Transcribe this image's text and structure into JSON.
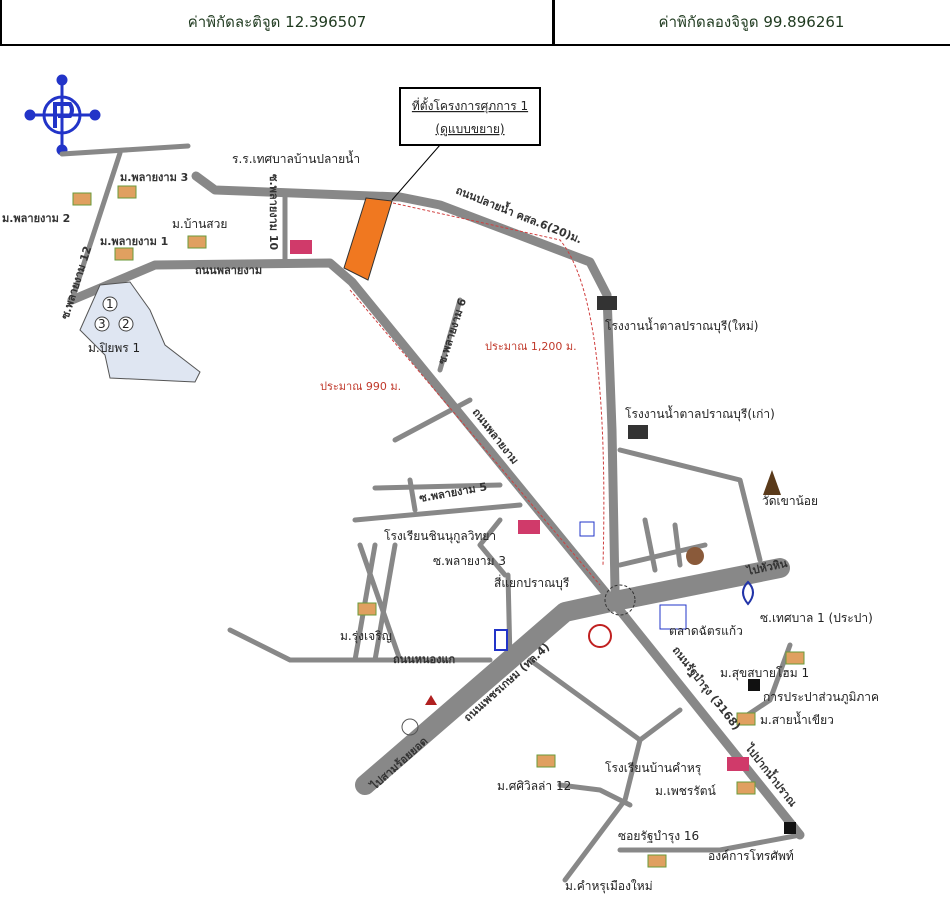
{
  "header": {
    "latitude": "ค่าพิกัดละติจูด 12.396507",
    "longitude": "ค่าพิกัดลองจิจูด 99.896261"
  },
  "project": {
    "title": "ที่ตั้งโครงการศุภการ 1",
    "subtitle": "(ดูแบบขยาย)",
    "color": "#f07820"
  },
  "distances": {
    "north_route": "ประมาณ 1,200 ม.",
    "west_route": "ประมาณ 990 ม."
  },
  "roads": {
    "plai_nam": "ถนนปลายน้ำ คสล.6(20)ม.",
    "plai_ngam": "ถนนพลายงาม",
    "plai_ngam_diag": "ถนนพลายงาม",
    "soi_12": "ซ.พลายงาม 12",
    "soi_10": "ซ.พลายงาม 10",
    "soi_6": "ซ.พลายงาม 6",
    "soi_5": "ซ.พลายงาม 5",
    "soi_3": "ซ.พลายงาม 3",
    "nong_kae": "ถนนหนองแก",
    "phetkasem": "ถนนเพชรเกษม (ทล.4)",
    "rat_bamrung": "ถนนรัฐบำรุง (3168)",
    "to_hua_hin": "ไปหัวหิน",
    "to_sam_roi_yot": "ไปสามร้อยยอด",
    "to_pak_nam_pran": "ไปปากน้ำปราณ",
    "soi_tesaban_1": "ซ.เทศบาล 1 (ประปา)",
    "soi_rat_bamrung_16": "ซอยรัฐบำรุง 16",
    "intersection": "สี่แยกปราณบุรี"
  },
  "places": {
    "school_ban_plai_nam": "ร.ร.เทศบาลบ้านปลายน้ำ",
    "m_plai_ngam_3": "ม.พลายงาม 3",
    "m_plai_ngam_2": "ม.พลายงาม 2",
    "m_plai_ngam_1": "ม.พลายงาม 1",
    "m_ban_suay": "ม.บ้านสวย",
    "m_piyaporn_1": "ม.ปิยพร 1",
    "piyaporn_phases": [
      "1",
      "2",
      "3"
    ],
    "sugar_new": "โรงงานน้ำตาลปราณบุรี(ใหม่)",
    "sugar_old": "โรงงานน้ำตาลปราณบุรี(เก่า)",
    "wat_khao_noi": "วัดเขาน้อย",
    "school_chinnukul": "โรงเรียนชินนุกูลวิทยา",
    "m_rung_charoen": "ม.รุ่งเจริญ",
    "market_chatkaew": "ตลาดฉัตรแก้ว",
    "m_suksabai_home": "ม.สุขสบายโฮม 1",
    "water_authority": "การประปาส่วนภูมิภาค",
    "m_sai_nam_khiao": "ม.สายน้ำเขียว",
    "school_khamru": "โรงเรียนบ้านคำหรุ",
    "m_petcharat": "ม.เพชรรัตน์",
    "m_sasi_villa": "ม.ศศิวิลล่า 12",
    "telephone_org": "องค์การโทรศัพท์",
    "m_khamru_new_town": "ม.คำหรุเมืองใหม่"
  }
}
